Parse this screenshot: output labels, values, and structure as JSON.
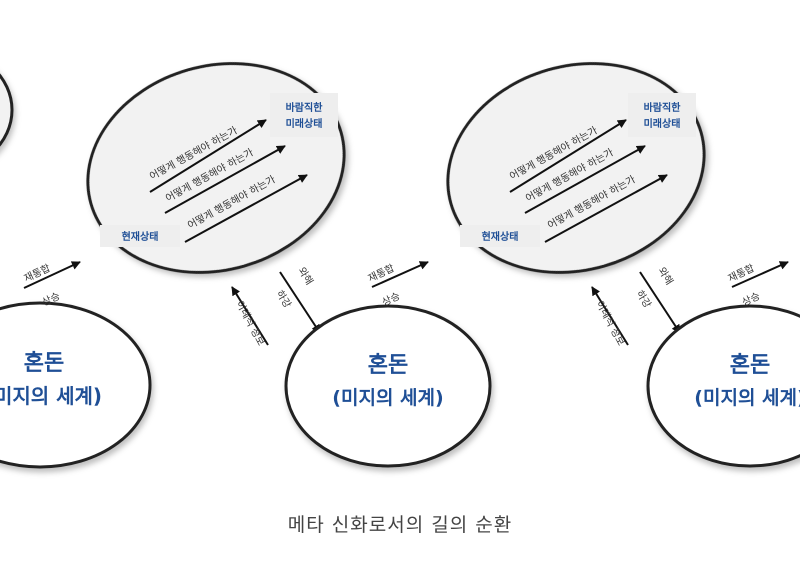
{
  "labels": {
    "chaos_line1": "혼돈",
    "chaos_line2": "(미지의 세계)",
    "chaos_line2_cropped_left": "미지의 세계)",
    "current_state": "현재상태",
    "desired_state_line1": "바람직한",
    "desired_state_line2": "미래상태",
    "how_to_act": "어떻게 행동해야 하는가",
    "integrate": "재통합",
    "ascend": "상승",
    "dissolve": "와해",
    "descend": "하강",
    "anomaly_info": "이례적 정보"
  },
  "caption": "메타 신화로서의 길의 순환",
  "colors": {
    "accent": "#1f4f96",
    "outline": "#222222",
    "box_fill": "#eeeeee",
    "text": "#333333"
  }
}
